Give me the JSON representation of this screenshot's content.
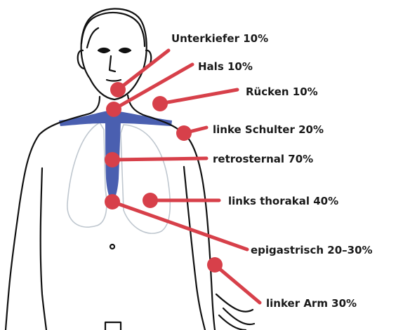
{
  "colors": {
    "pain": "#d7404a",
    "aorta": "#4a5fb0",
    "lung": "#bfc7cf",
    "outline": "#111111"
  },
  "regions": [
    {
      "id": "unterkiefer",
      "label": "Unterkiefer 10%"
    },
    {
      "id": "hals",
      "label": "Hals 10%"
    },
    {
      "id": "ruecken",
      "label": "Rücken 10%"
    },
    {
      "id": "schulter",
      "label": "linke Schulter 20%"
    },
    {
      "id": "retrosternal",
      "label": "retrosternal 70%"
    },
    {
      "id": "thorakal",
      "label": "links thorakal 40%"
    },
    {
      "id": "epigastrisch",
      "label": "epigastrisch 20–30%"
    },
    {
      "id": "arm",
      "label": "linker Arm 30%"
    }
  ]
}
